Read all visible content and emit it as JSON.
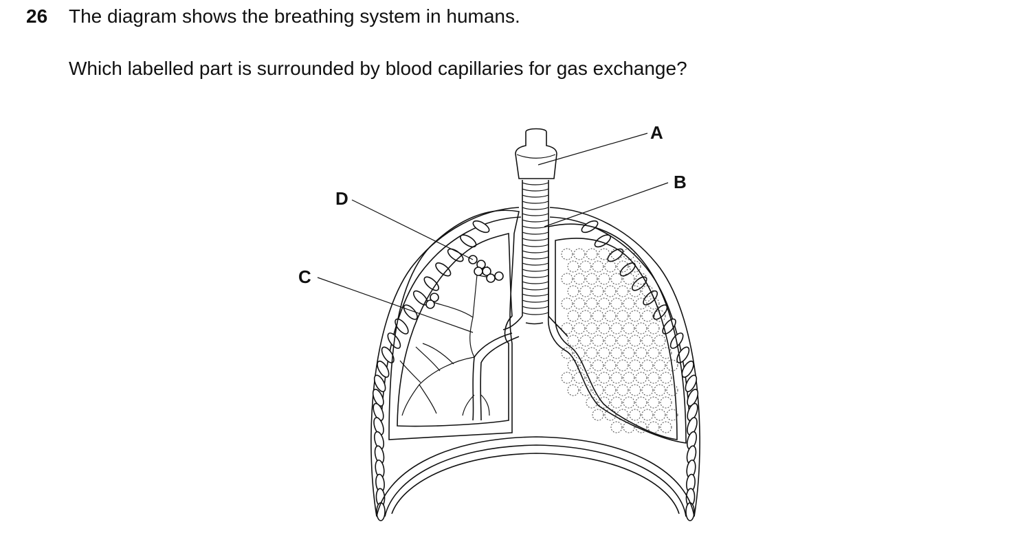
{
  "question": {
    "number": "26",
    "line1": "The diagram shows the breathing system in humans.",
    "line2": "Which labelled part is surrounded by blood capillaries for gas exchange?"
  },
  "diagram": {
    "labels": {
      "A": "A",
      "B": "B",
      "C": "C",
      "D": "D"
    }
  }
}
